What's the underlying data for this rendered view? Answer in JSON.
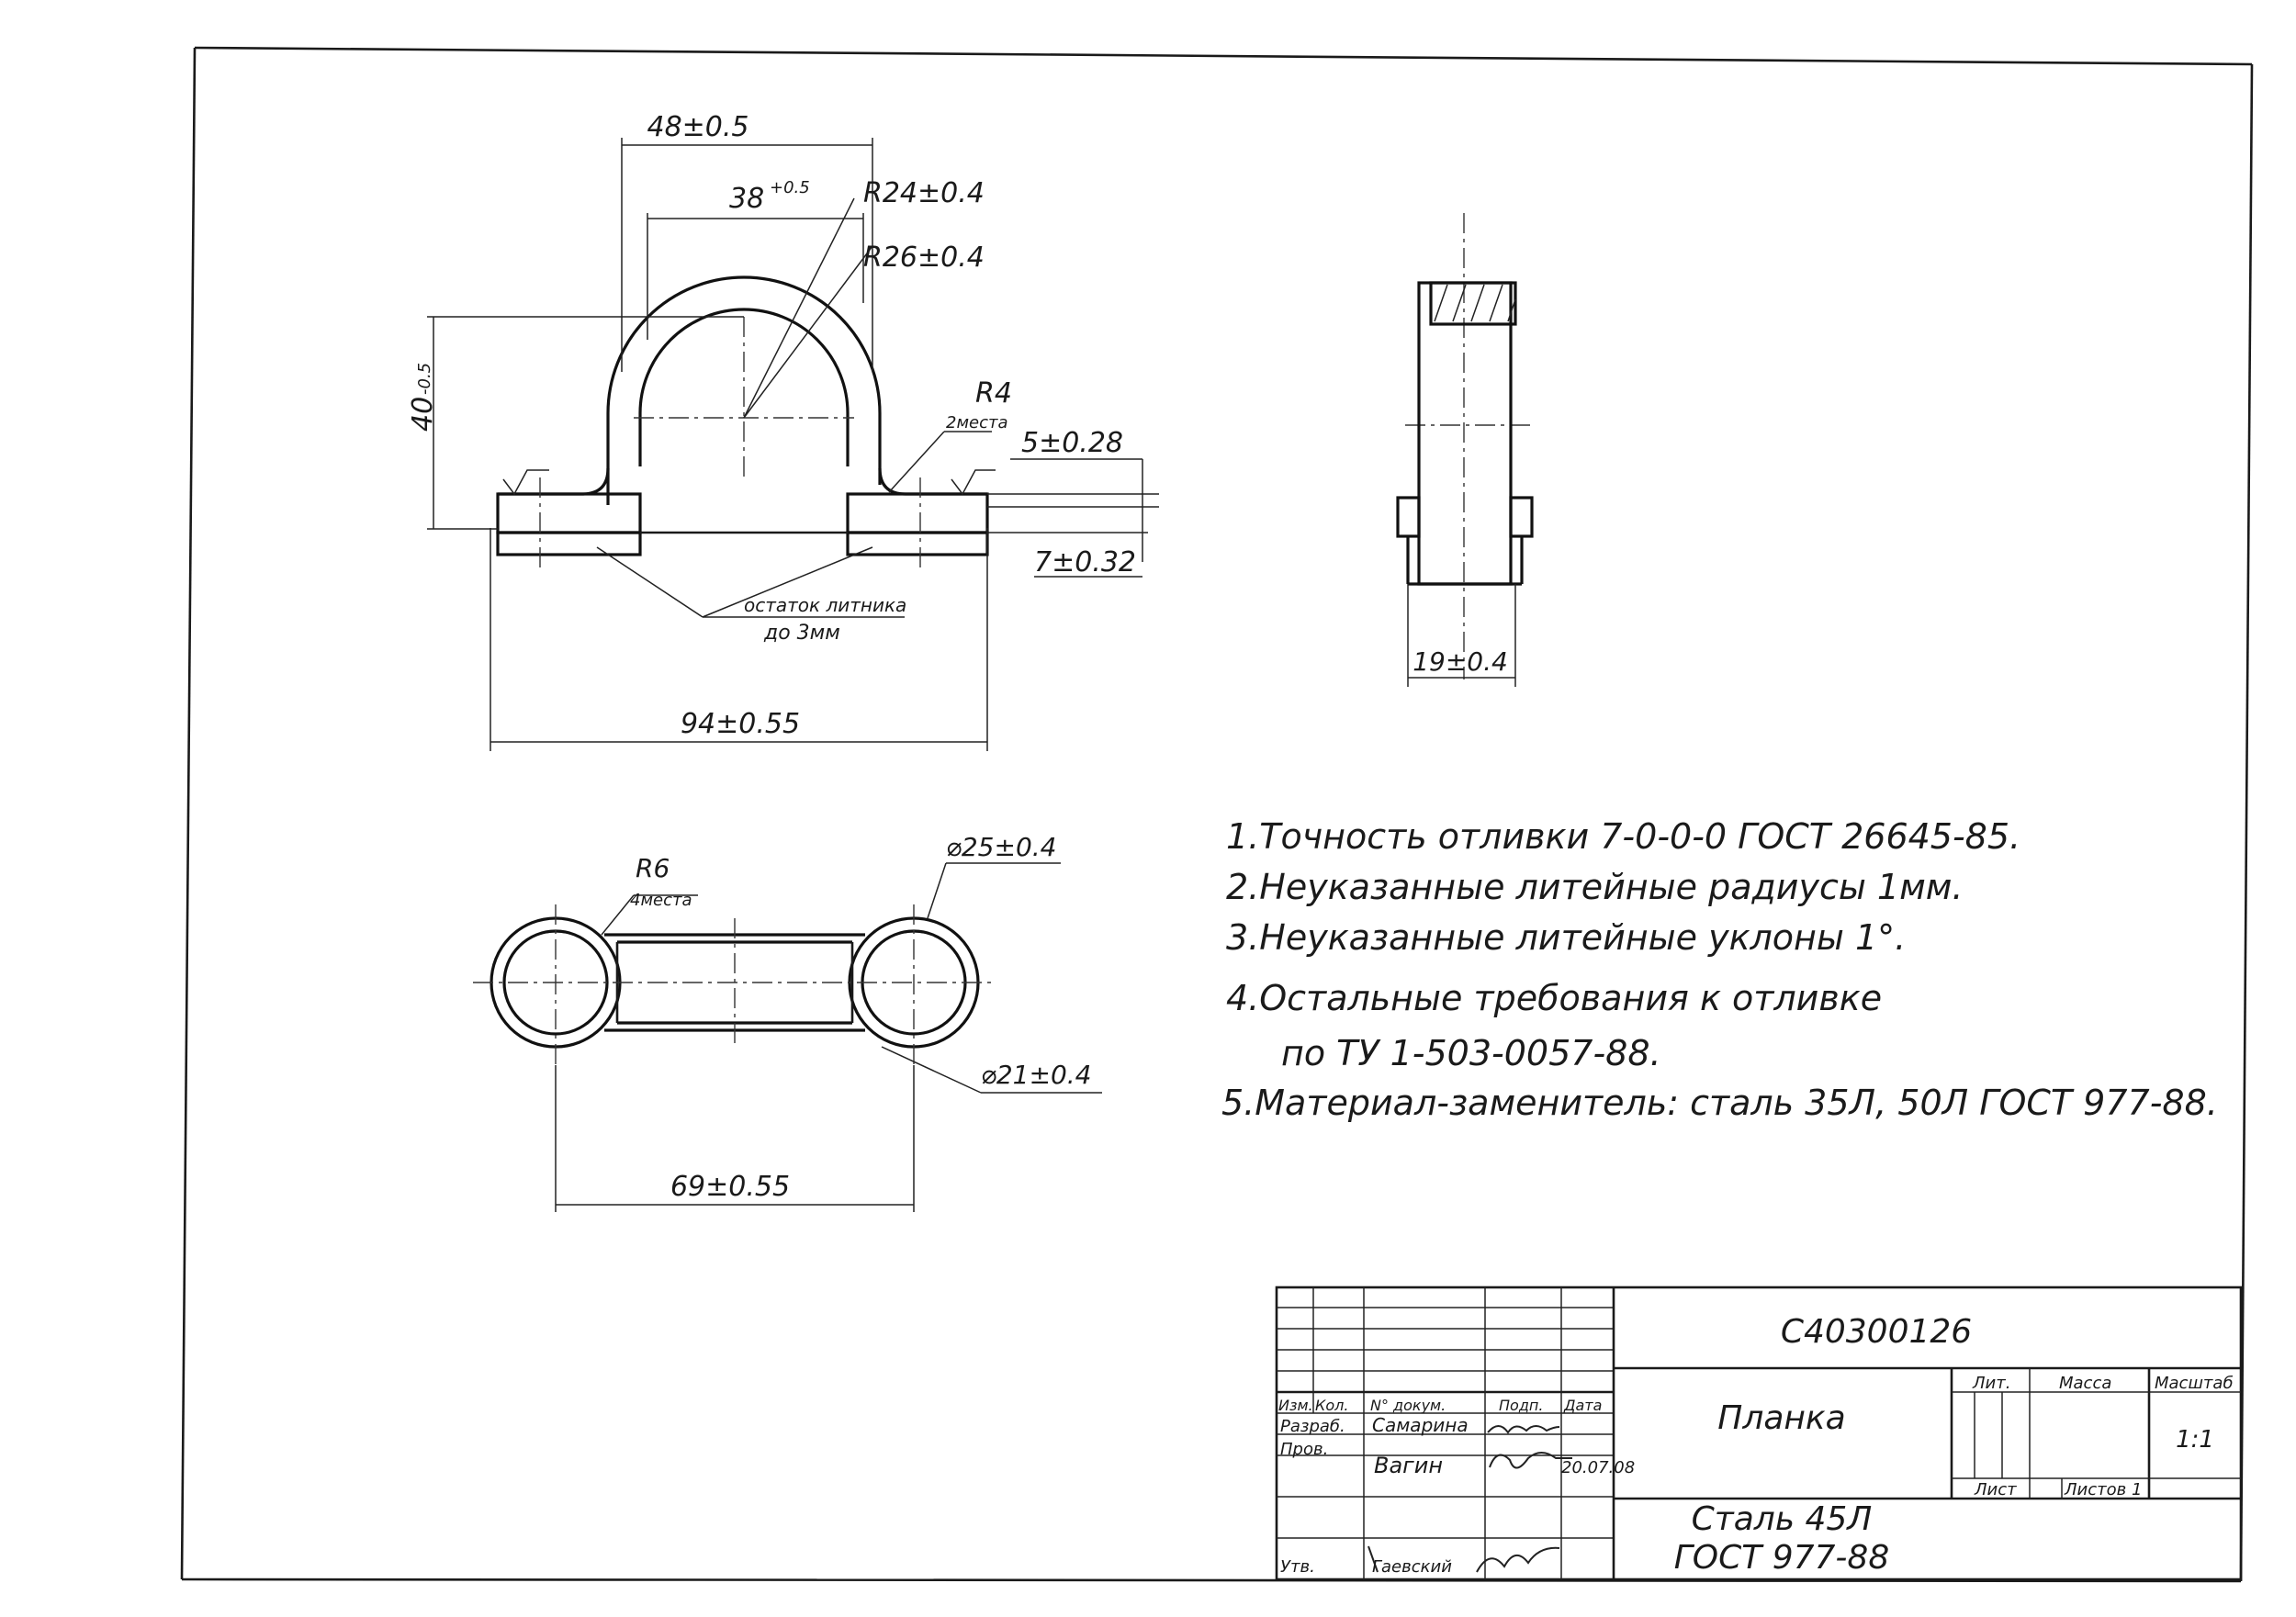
{
  "drawing": {
    "designation": "С40300126",
    "part_name": "Планка",
    "material_line1": "Сталь 45Л",
    "material_line2": "ГОСТ 977-88",
    "scale": "1:1",
    "sheet_label": "Лист",
    "sheets_label": "Листов 1"
  },
  "title_block": {
    "headers": {
      "izm": "Изм.",
      "kol": "Кол.",
      "doc_no": "N° докум.",
      "sign": "Подп.",
      "date": "Дата",
      "lit": "Лит.",
      "mass": "Масса",
      "scale": "Масштаб"
    },
    "roles": [
      {
        "role": "Разраб.",
        "name": "Самарина",
        "signature": "",
        "date": ""
      },
      {
        "role": "Пров.",
        "name": "Вагин",
        "signature": "",
        "date": "20.07.08"
      },
      {
        "role": "Утв.",
        "name": "Гаевский",
        "signature": "",
        "date": ""
      }
    ]
  },
  "dimensions": {
    "front_top_width": "48±0.5",
    "front_inner_width": "38",
    "front_inner_width_tol": "+0.5",
    "inner_radius": "R24±0.4",
    "outer_radius": "R26±0.4",
    "height": "40",
    "height_tol": "-0.5",
    "fillet": "R4",
    "fillet_note": "2места",
    "flange_thickness": "5±0.28",
    "base_thickness": "7±0.32",
    "overall_length": "94±0.55",
    "gate_note_line1": "остаток литника",
    "gate_note_line2": "до 3мм",
    "side_width": "19±0.4",
    "plan_radius": "R6",
    "plan_radius_note": "4места",
    "outer_diameter": "⌀25±0.4",
    "inner_diameter": "⌀21±0.4",
    "hole_spacing": "69±0.55"
  },
  "notes": [
    "1.Точность отливки 7-0-0-0 ГОСТ 26645-85.",
    "2.Неуказанные литейные радиусы 1мм.",
    "3.Неуказанные литейные уклоны 1°.",
    "4.Остальные требования к отливке",
    "по ТУ 1-503-0057-88.",
    "5.Материал-заменитель: сталь 35Л, 50Л ГОСТ 977-88."
  ]
}
